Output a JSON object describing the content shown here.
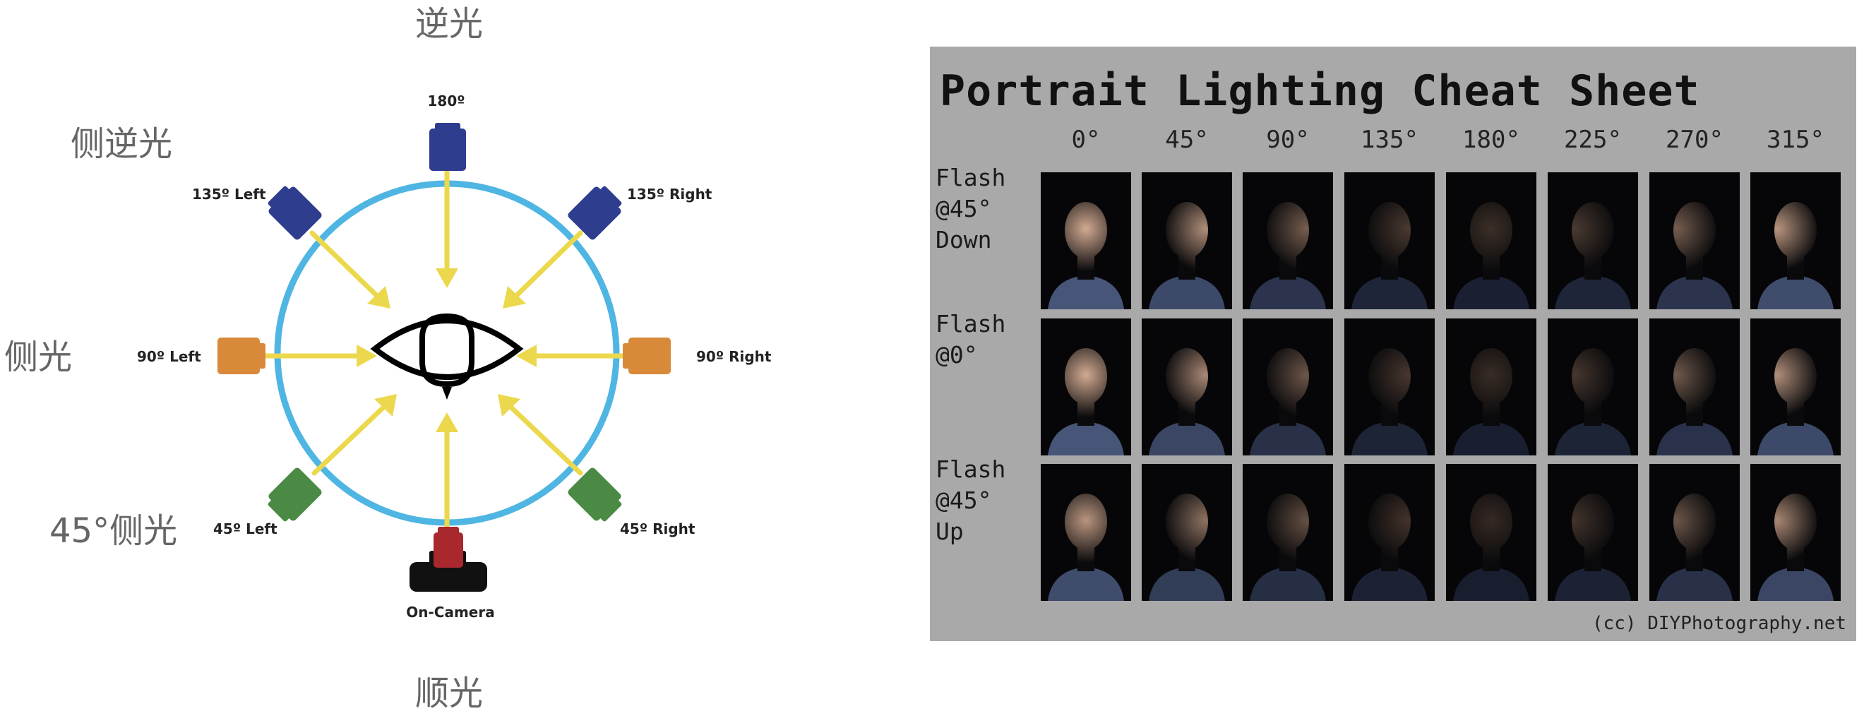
{
  "diagram": {
    "outer_labels": {
      "back": "逆光",
      "side_back": "侧逆光",
      "side": "侧光",
      "side_45": "45°侧光",
      "front": "顺光"
    },
    "lights": [
      {
        "id": "180",
        "label": "180º",
        "color": "#2f3d8f"
      },
      {
        "id": "135-left",
        "label": "135º Left",
        "color": "#2f3d8f"
      },
      {
        "id": "135-right",
        "label": "135º Right",
        "color": "#2f3d8f"
      },
      {
        "id": "90-left",
        "label": "90º Left",
        "color": "#d88a3a"
      },
      {
        "id": "90-right",
        "label": "90º Right",
        "color": "#d88a3a"
      },
      {
        "id": "45-left",
        "label": "45º Left",
        "color": "#4a8a44"
      },
      {
        "id": "45-right",
        "label": "45º Right",
        "color": "#4a8a44"
      },
      {
        "id": "on-camera",
        "label": "On-Camera",
        "color": "#a8282e"
      }
    ],
    "ring_color": "#4fb5e2",
    "arrow_color": "#ecd84c"
  },
  "sheet": {
    "title": "Portrait Lighting Cheat Sheet",
    "angles": [
      "0°",
      "45°",
      "90°",
      "135°",
      "180°",
      "225°",
      "270°",
      "315°"
    ],
    "rows": [
      {
        "label": "Flash\n@45°\nDown",
        "key": "flash-45-down"
      },
      {
        "label": "Flash\n@0°",
        "key": "flash-0"
      },
      {
        "label": "Flash\n@45°\nUp",
        "key": "flash-45-up"
      }
    ],
    "credit": "(cc) DIYPhotography.net"
  }
}
